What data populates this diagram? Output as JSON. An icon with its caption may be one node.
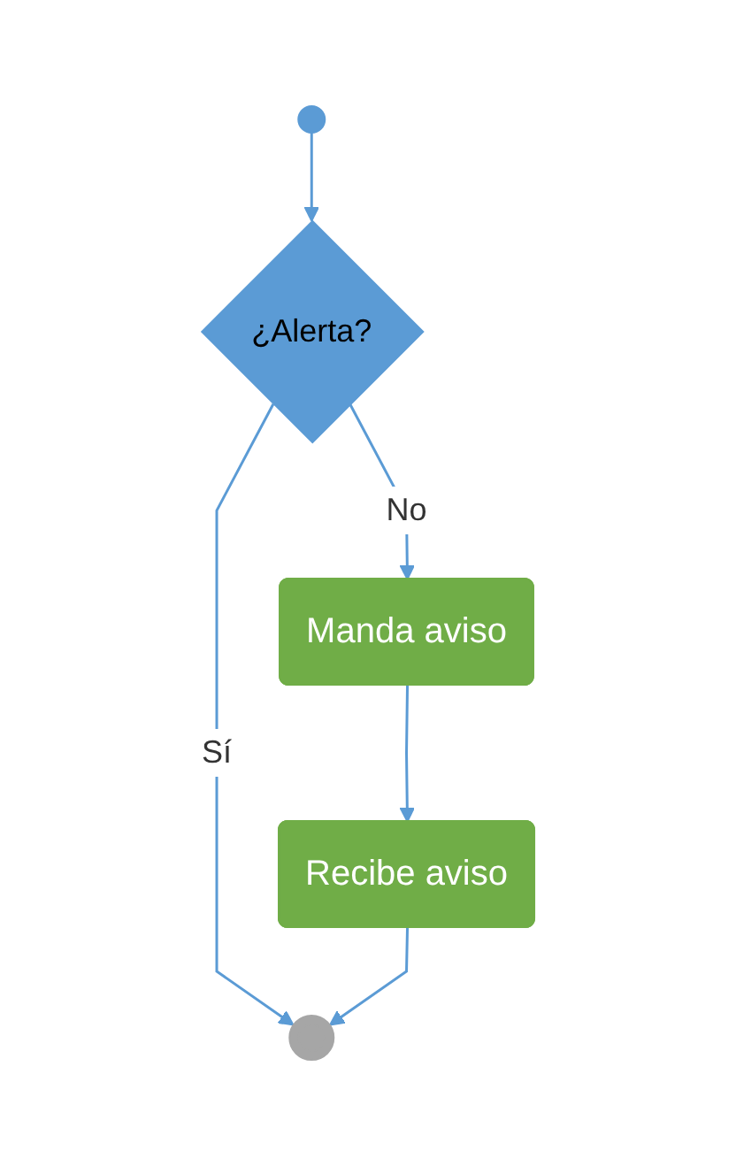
{
  "diagram": {
    "nodes": [
      {
        "text": [],
        "shape": "circle"
      },
      {
        "text": [
          "¿Alerta?"
        ]
      },
      {
        "text": [
          "Manda aviso"
        ]
      },
      {
        "text": [
          "Recibe aviso"
        ]
      },
      {
        "text": [],
        "shape": "circle"
      }
    ],
    "edges": [
      {
        "from": 0,
        "to": 1,
        "arrow": "to"
      },
      {
        "from": 1,
        "to": 4,
        "label": "Sí",
        "arrow": "to"
      },
      {
        "from": 1,
        "to": 2,
        "label": "No",
        "arrow": "to"
      },
      {
        "from": 2,
        "to": 3,
        "arrow": "to"
      },
      {
        "from": 3,
        "to": 4,
        "arrow": "to"
      }
    ]
  }
}
